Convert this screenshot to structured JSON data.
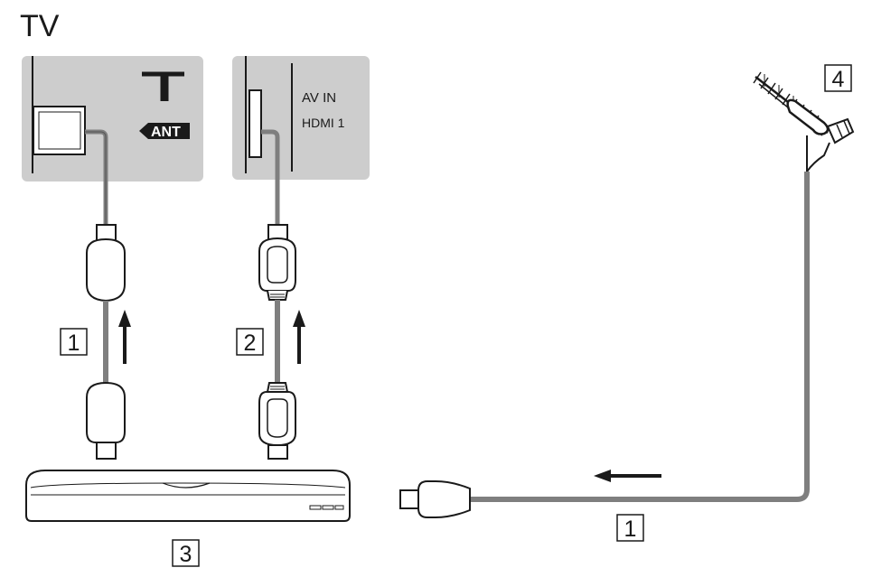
{
  "title": "TV",
  "panels": {
    "antenna_terminal": {
      "label": "ANT"
    },
    "hdmi_terminal": {
      "label_line1": "AV IN",
      "label_line2": "HDMI 1"
    }
  },
  "callouts": {
    "rf_cable_left": "1",
    "hdmi_cable": "2",
    "recorder": "3",
    "antenna": "4",
    "rf_cable_right": "1"
  },
  "colors": {
    "panel": "#cdcdcd",
    "cable": "#7f7f7f",
    "line": "#1a1a1a"
  },
  "icons": [
    "antenna-terminal-icon",
    "arrow-up-icon",
    "arrow-left-icon",
    "aerial-antenna-icon",
    "recorder-device-icon"
  ]
}
